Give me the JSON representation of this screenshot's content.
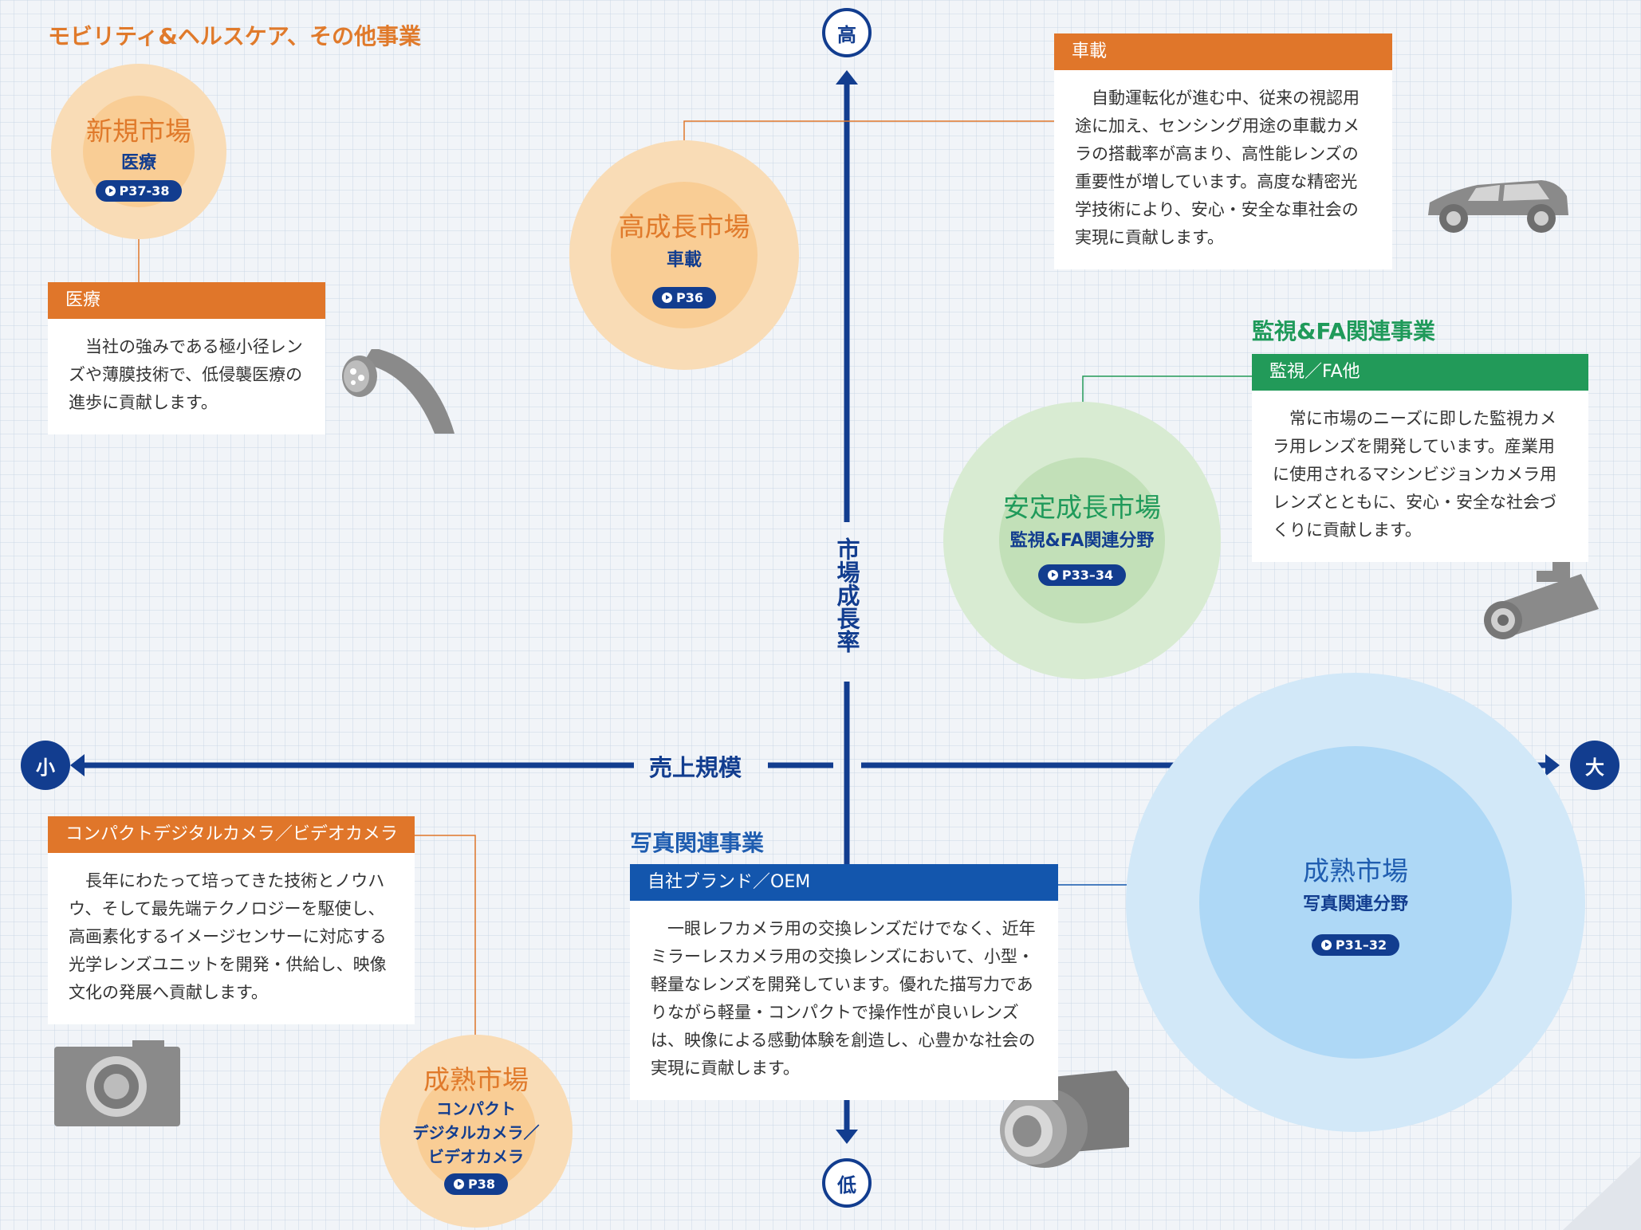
{
  "axes": {
    "vertical_high": "高",
    "vertical_low": "低",
    "vertical_label": "市場成長率",
    "horizontal_small": "小",
    "horizontal_large": "大",
    "horizontal_label": "売上規模"
  },
  "sections": {
    "mobility": "モビリティ&ヘルスケア、その他事業",
    "surveillance": "監視&FA関連事業",
    "photo": "写真関連事業"
  },
  "cards": {
    "automotive": {
      "header": "車載",
      "body": "自動運転化が進む中、従来の視認用途に加え、センシング用途の車載カメラの搭載率が高まり、高性能レンズの重要性が増しています。高度な精密光学技術により、安心・安全な車社会の実現に貢献します。"
    },
    "medical": {
      "header": "医療",
      "body": "当社の強みである極小径レンズや薄膜技術で、低侵襲医療の進歩に貢献します。"
    },
    "surveillance": {
      "header": "監視／FA他",
      "body": "常に市場のニーズに即した監視カメラ用レンズを開発しています。産業用に使用されるマシンビジョンカメラ用レンズとともに、安心・安全な社会づくりに貢献します。"
    },
    "compact": {
      "header": "コンパクトデジタルカメラ／ビデオカメラ",
      "body": "長年にわたって培ってきた技術とノウハウ、そして最先端テクノロジーを駆使し、高画素化するイメージセンサーに対応する光学レンズユニットを開発・供給し、映像文化の発展へ貢献します。"
    },
    "own_brand": {
      "header": "自社ブランド／OEM",
      "body": "一眼レフカメラ用の交換レンズだけでなく、近年ミラーレスカメラ用の交換レンズにおいて、小型・軽量なレンズを開発しています。優れた描写力でありながら軽量・コンパクトで操作性が良いレンズは、映像による感動体験を創造し、心豊かな社会の実現に貢献します。"
    }
  },
  "markets": {
    "new": {
      "title": "新規市場",
      "sub": "医療",
      "badge": "P37-38"
    },
    "high_growth": {
      "title": "高成長市場",
      "sub": "車載",
      "badge": "P36"
    },
    "stable": {
      "title": "安定成長市場",
      "sub": "監視&FA関連分野",
      "badge": "P33–34"
    },
    "mature_photo": {
      "title": "成熟市場",
      "sub": "写真関連分野",
      "badge": "P31–32"
    },
    "mature_compact": {
      "title": "成熟市場",
      "sub1": "コンパクト",
      "sub2": "デジタルカメラ／",
      "sub3": "ビデオカメラ",
      "badge": "P38"
    }
  },
  "colors": {
    "axis": "#123d8f",
    "orange": "#e0762a",
    "green": "#229a59",
    "blue": "#1356ad"
  },
  "icons": [
    "car-icon",
    "endoscope-icon",
    "security-camera-icon",
    "compact-camera-icon",
    "dslr-camera-icon"
  ]
}
